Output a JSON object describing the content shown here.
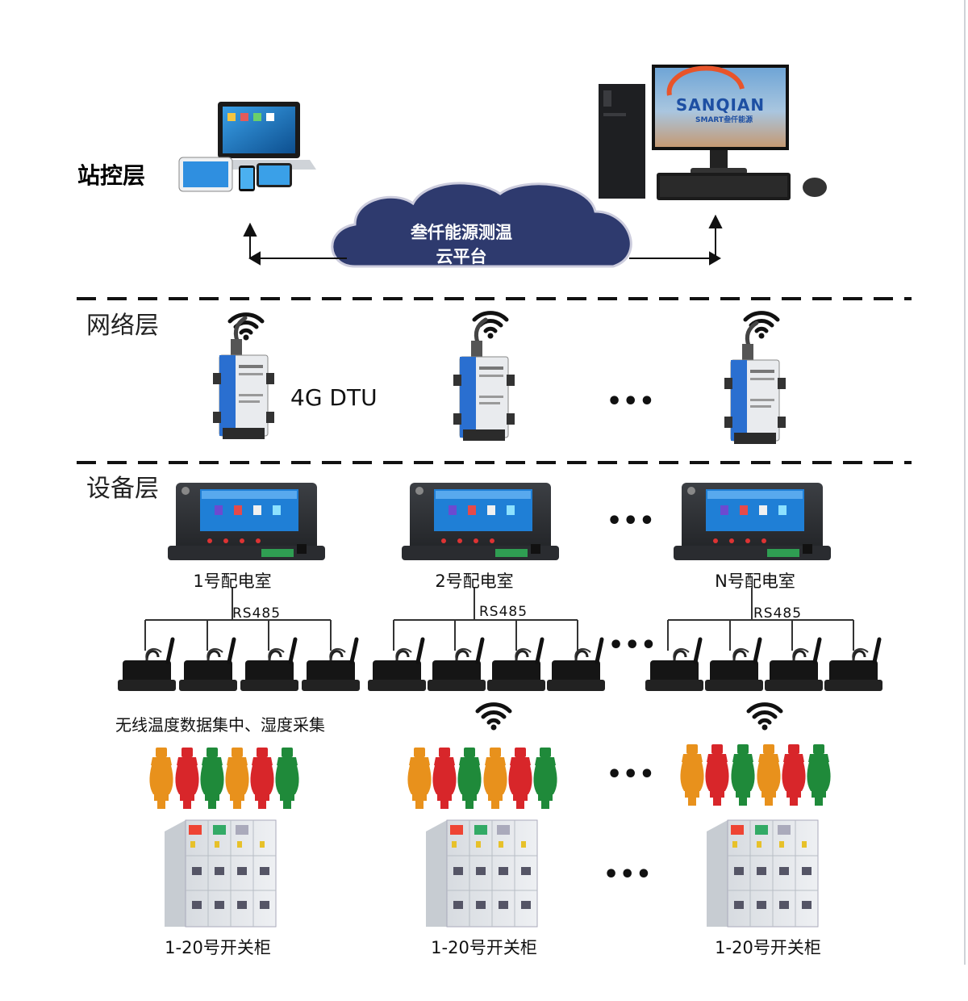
{
  "layers": {
    "station": "站控层",
    "network": "网络层",
    "device": "设备层"
  },
  "cloud": {
    "line1": "叁仟能源测温",
    "line2": "云平台"
  },
  "monitor_logo": {
    "brand": "SANQIAN",
    "sub": "SMART叁仟能源"
  },
  "dtu_label": "4G DTU",
  "ellipsis": "•••",
  "rooms": [
    {
      "label": "1号配电室",
      "bus": "RS485",
      "cabinets": "1-20号开关柜"
    },
    {
      "label": "2号配电室",
      "bus": "RS485",
      "cabinets": "1-20号开关柜"
    },
    {
      "label": "N号配电室",
      "bus": "RS485",
      "cabinets": "1-20号开关柜"
    }
  ],
  "collector_caption": "无线温度数据集中、湿度采集",
  "colors": {
    "cloud": "#2e3a6e",
    "sensor_orange": "#e8911c",
    "sensor_red": "#d8262a",
    "sensor_green": "#1f8a3a",
    "dtu_blue": "#2a6fd0",
    "panel_screen": "#1f7fd6"
  }
}
